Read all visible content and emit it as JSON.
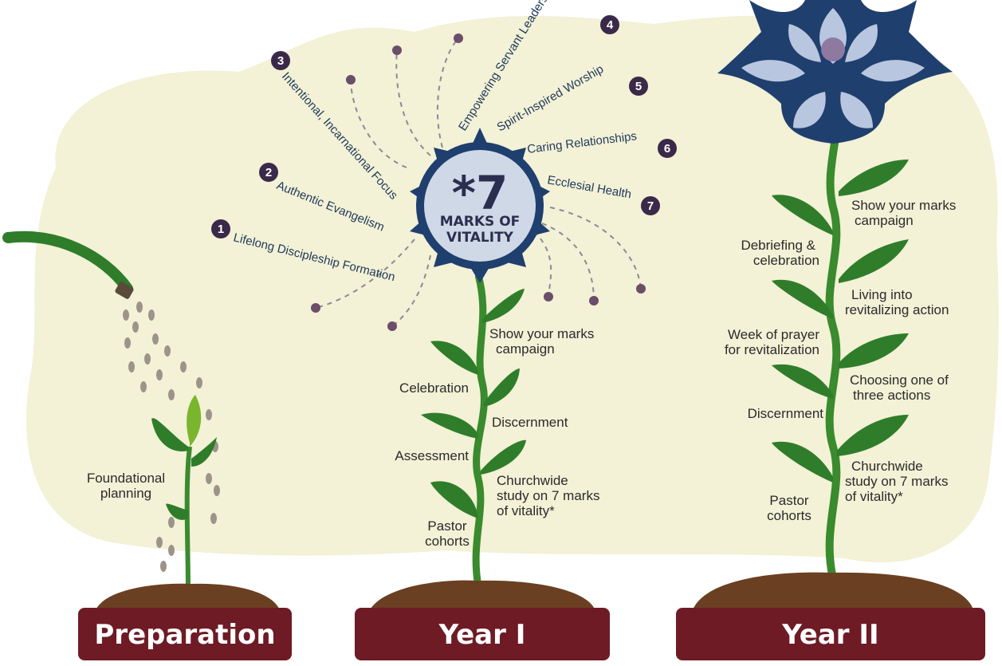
{
  "hub": {
    "title_star": "*7",
    "title_line1": "MARKS OF",
    "title_line2": "VITALITY"
  },
  "marks": [
    {
      "number": "1",
      "label": "Lifelong Discipleship Formation"
    },
    {
      "number": "2",
      "label": "Authentic Evangelism"
    },
    {
      "number": "3",
      "label": "Intentional, Incarnational Focus"
    },
    {
      "number": "4",
      "label": "Empowering Servant Leadership"
    },
    {
      "number": "5",
      "label": "Spirit-Inspired Worship"
    },
    {
      "number": "6",
      "label": "Caring Relationships"
    },
    {
      "number": "7",
      "label": "Ecclesial Health"
    }
  ],
  "stages": [
    {
      "name": "Preparation",
      "steps": [
        "Foundational",
        "planning"
      ]
    },
    {
      "name": "Year I",
      "steps": {
        "pastor": [
          "Pastor",
          "cohorts"
        ],
        "study": [
          "Churchwide",
          "study on 7 marks",
          "of vitality*"
        ],
        "assessment": "Assessment",
        "discernment": "Discernment",
        "celebration": "Celebration",
        "show": [
          "Show your marks",
          "campaign"
        ]
      }
    },
    {
      "name": "Year II",
      "steps": {
        "pastor": [
          "Pastor",
          "cohorts"
        ],
        "study": [
          "Churchwide",
          "study on 7 marks",
          "of vitality*"
        ],
        "discernment": "Discernment",
        "choosing": [
          "Choosing one of",
          "three actions"
        ],
        "prayer": [
          "Week of prayer",
          "for revitalization"
        ],
        "living": [
          "Living into",
          "revitalizing action"
        ],
        "debrief": [
          "Debriefing &",
          "celebration"
        ],
        "show": [
          "Show your marks",
          "campaign"
        ]
      }
    }
  ],
  "colors": {
    "background_blob": "#f3f1d6",
    "stem": "#3a8a2e",
    "leaf": "#2f7d2a",
    "soil": "#6b3f22",
    "base": "#6e1b25",
    "hub_fill": "#cfd8e6",
    "hub_ring": "#1f3f6e",
    "petal": "#b8c6df",
    "dot": "#6a4e6a",
    "number_badge": "#3a2948"
  }
}
